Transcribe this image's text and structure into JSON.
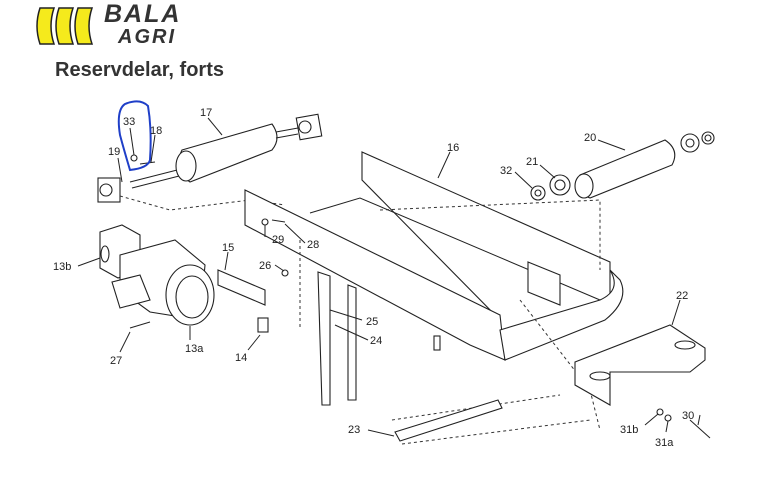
{
  "header": {
    "brand_line1": "BALA",
    "brand_line2": "AGRI",
    "title": "Reservdelar, forts"
  },
  "diagram": {
    "labels": {
      "p33": "33",
      "p18": "18",
      "p17": "17",
      "p19": "19",
      "p16": "16",
      "p20": "20",
      "p21": "21",
      "p32": "32",
      "p13b": "13b",
      "p15": "15",
      "p29": "29",
      "p28": "28",
      "p26": "26",
      "p25": "25",
      "p24": "24",
      "p14": "14",
      "p27": "27",
      "p13a": "13a",
      "p22": "22",
      "p23": "23",
      "p30": "30",
      "p31b": "31b",
      "p31a": "31a"
    },
    "colors": {
      "logo_yellow": "#f5ea1c",
      "highlight": "#1f3fc8",
      "text": "#333333"
    }
  }
}
